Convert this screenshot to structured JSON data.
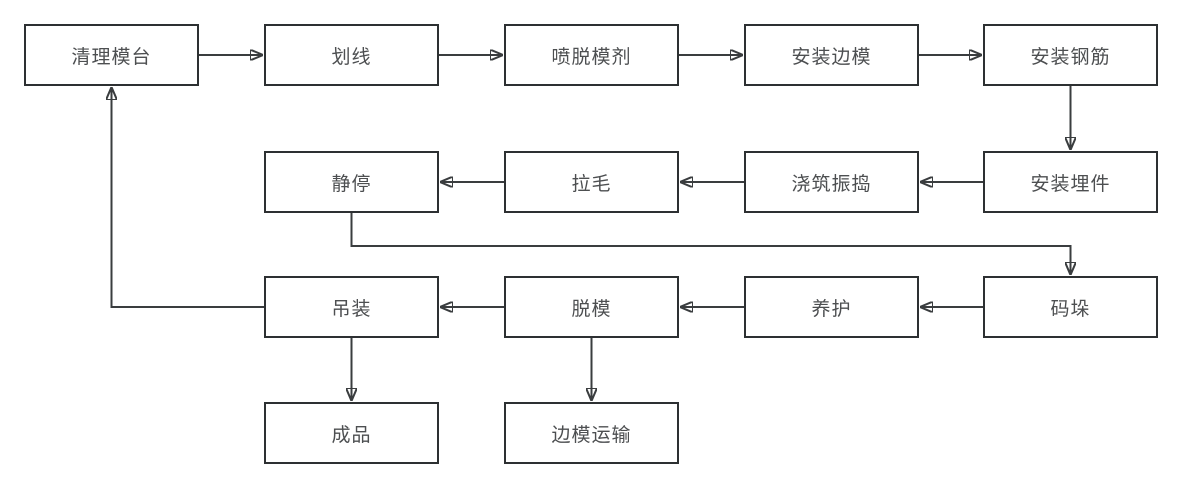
{
  "diagram": {
    "type": "flowchart",
    "nodes": [
      {
        "id": "clean-mold-table",
        "label": "清理模台"
      },
      {
        "id": "line-marking",
        "label": "划线"
      },
      {
        "id": "spray-release-agent",
        "label": "喷脱模剂"
      },
      {
        "id": "install-side-forms",
        "label": "安装边模"
      },
      {
        "id": "install-rebar",
        "label": "安装钢筋"
      },
      {
        "id": "install-embedded-parts",
        "label": "安装埋件"
      },
      {
        "id": "pour-and-vibrate",
        "label": "浇筑振捣"
      },
      {
        "id": "surface-roughening",
        "label": "拉毛"
      },
      {
        "id": "static-resting",
        "label": "静停"
      },
      {
        "id": "stacking",
        "label": "码垛"
      },
      {
        "id": "curing",
        "label": "养护"
      },
      {
        "id": "demolding",
        "label": "脱模"
      },
      {
        "id": "hoisting",
        "label": "吊装"
      },
      {
        "id": "finished-product",
        "label": "成品"
      },
      {
        "id": "side-form-transport",
        "label": "边模运输"
      }
    ],
    "edges": [
      {
        "from": "clean-mold-table",
        "to": "line-marking"
      },
      {
        "from": "line-marking",
        "to": "spray-release-agent"
      },
      {
        "from": "spray-release-agent",
        "to": "install-side-forms"
      },
      {
        "from": "install-side-forms",
        "to": "install-rebar"
      },
      {
        "from": "install-rebar",
        "to": "install-embedded-parts"
      },
      {
        "from": "install-embedded-parts",
        "to": "pour-and-vibrate"
      },
      {
        "from": "pour-and-vibrate",
        "to": "surface-roughening"
      },
      {
        "from": "surface-roughening",
        "to": "static-resting"
      },
      {
        "from": "static-resting",
        "to": "stacking"
      },
      {
        "from": "stacking",
        "to": "curing"
      },
      {
        "from": "curing",
        "to": "demolding"
      },
      {
        "from": "demolding",
        "to": "hoisting"
      },
      {
        "from": "hoisting",
        "to": "clean-mold-table"
      },
      {
        "from": "hoisting",
        "to": "finished-product"
      },
      {
        "from": "demolding",
        "to": "side-form-transport"
      }
    ]
  },
  "colors": {
    "background": "#ffffff",
    "node_fill": "#ffffff",
    "node_border": "#2d3032",
    "node_text": "#4d4f51",
    "arrow": "#3a3d3f"
  }
}
